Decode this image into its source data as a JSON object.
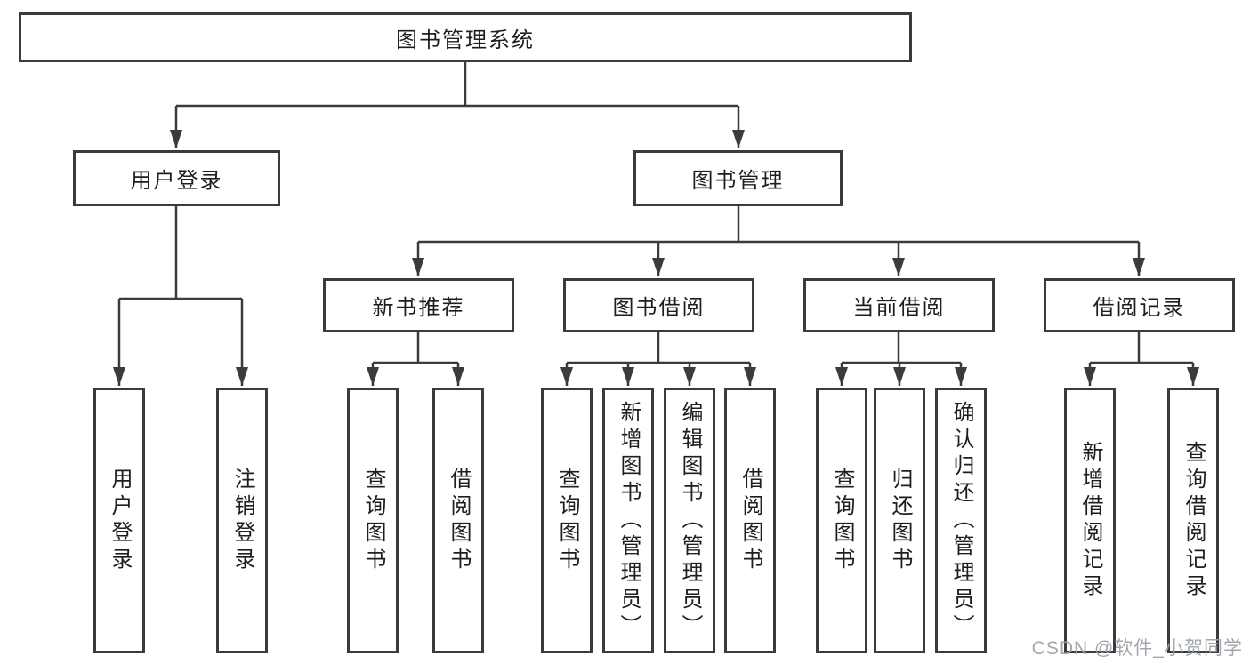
{
  "nodes": {
    "root": "图书管理系统",
    "user_login": "用户登录",
    "book_mgmt": "图书管理",
    "new_books": "新书推荐",
    "book_borrow": "图书借阅",
    "current_borrow": "当前借阅",
    "borrow_records": "借阅记录",
    "ul_login": "用户登录",
    "ul_logout": "注销登录",
    "nb_query": "查询图书",
    "nb_borrow": "借阅图书",
    "bb_query": "查询图书",
    "bb_add": "新增图书（管理员）",
    "bb_edit": "编辑图书（管理员）",
    "bb_borrow": "借阅图书",
    "cb_query": "查询图书",
    "cb_return": "归还图书",
    "cb_confirm": "确认归还（管理员）",
    "br_add": "新增借阅记录",
    "br_query": "查询借阅记录"
  },
  "watermark": "CSDN @软件_小贺同学",
  "colors": {
    "line": "#3b3b3b",
    "text": "#1e1e1e",
    "box_bg": "#ffffff",
    "watermark": "#9aa0a6"
  }
}
